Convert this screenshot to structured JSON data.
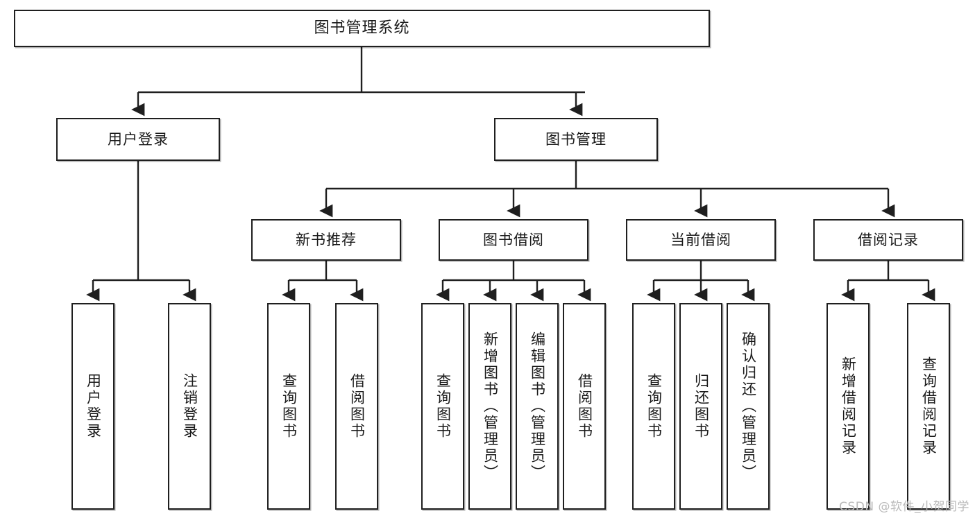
{
  "diagram": {
    "title": "图书管理系统",
    "type": "tree-hierarchy-diagram",
    "watermark": "CSDN @软件_小贺同学",
    "colors": {
      "stroke": "#1f1f1f",
      "fill": "#ffffff",
      "background": "#ffffff",
      "watermark": "#b9b9b9"
    },
    "nodes": {
      "root": {
        "label": "图书管理系统"
      },
      "level2": [
        {
          "id": "user-login",
          "label": "用户登录"
        },
        {
          "id": "book-manage",
          "label": "图书管理"
        }
      ],
      "level3": [
        {
          "id": "new-book-recommend",
          "label": "新书推荐"
        },
        {
          "id": "book-borrow",
          "label": "图书借阅"
        },
        {
          "id": "current-borrow",
          "label": "当前借阅"
        },
        {
          "id": "borrow-record",
          "label": "借阅记录"
        }
      ],
      "leaves": {
        "user_login": [
          {
            "id": "leaf-user-login",
            "label": "用户登录"
          },
          {
            "id": "leaf-user-logout",
            "label": "注销登录"
          }
        ],
        "new_book_recommend": [
          {
            "id": "leaf-query-book-1",
            "label": "查询图书"
          },
          {
            "id": "leaf-borrow-book-1",
            "label": "借阅图书"
          }
        ],
        "book_borrow": [
          {
            "id": "leaf-query-book-2",
            "label": "查询图书"
          },
          {
            "id": "leaf-add-book",
            "label": "新增图书（管理员）"
          },
          {
            "id": "leaf-edit-book",
            "label": "编辑图书（管理员）"
          },
          {
            "id": "leaf-borrow-book-2",
            "label": "借阅图书"
          }
        ],
        "current_borrow": [
          {
            "id": "leaf-query-book-3",
            "label": "查询图书"
          },
          {
            "id": "leaf-return-book",
            "label": "归还图书"
          },
          {
            "id": "leaf-confirm-return",
            "label": "确认归还（管理员）"
          }
        ],
        "borrow_record": [
          {
            "id": "leaf-add-record",
            "label": "新增借阅记录"
          },
          {
            "id": "leaf-query-record",
            "label": "查询借阅记录"
          }
        ]
      }
    },
    "edges": [
      {
        "from": "图书管理系统",
        "to": "用户登录"
      },
      {
        "from": "图书管理系统",
        "to": "图书管理"
      },
      {
        "from": "用户登录",
        "to": "用户登录"
      },
      {
        "from": "用户登录",
        "to": "注销登录"
      },
      {
        "from": "图书管理",
        "to": "新书推荐"
      },
      {
        "from": "图书管理",
        "to": "图书借阅"
      },
      {
        "from": "图书管理",
        "to": "当前借阅"
      },
      {
        "from": "图书管理",
        "to": "借阅记录"
      },
      {
        "from": "新书推荐",
        "to": "查询图书"
      },
      {
        "from": "新书推荐",
        "to": "借阅图书"
      },
      {
        "from": "图书借阅",
        "to": "查询图书"
      },
      {
        "from": "图书借阅",
        "to": "新增图书（管理员）"
      },
      {
        "from": "图书借阅",
        "to": "编辑图书（管理员）"
      },
      {
        "from": "图书借阅",
        "to": "借阅图书"
      },
      {
        "from": "当前借阅",
        "to": "查询图书"
      },
      {
        "from": "当前借阅",
        "to": "归还图书"
      },
      {
        "from": "当前借阅",
        "to": "确认归还（管理员）"
      },
      {
        "from": "借阅记录",
        "to": "新增借阅记录"
      },
      {
        "from": "借阅记录",
        "to": "查询借阅记录"
      }
    ]
  }
}
